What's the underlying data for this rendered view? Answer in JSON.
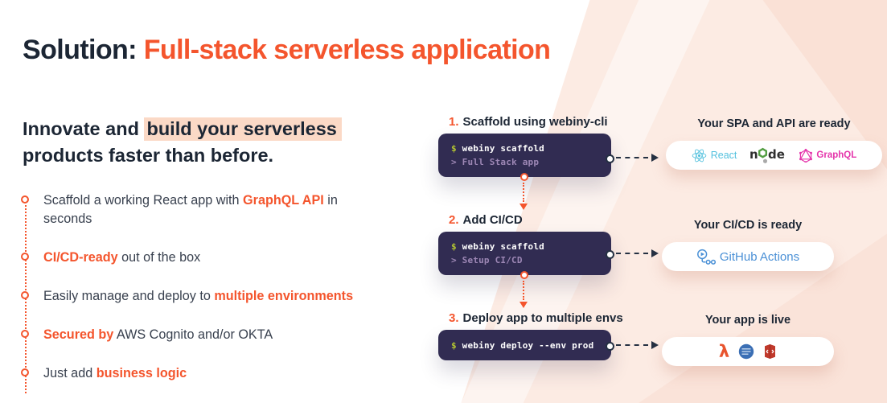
{
  "title": {
    "prefix": "Solution:",
    "accent": "Full-stack serverless application"
  },
  "colors": {
    "accent_orange": "#f4552d",
    "navy_text": "#1c2634",
    "body_text": "#39414f",
    "headline_highlight_bg": "#fbd9c6",
    "peach_background": "#fcebe3",
    "terminal_bg": "#312c52",
    "terminal_prompt": "#b3c432",
    "terminal_command": "#ffffff",
    "terminal_output": "#9d87b5",
    "react_blue": "#53c1de",
    "node_green": "#539e43",
    "graphql_pink": "#e535ab",
    "github_blue": "#4a90d6",
    "aws_lambda_orange": "#e8542e",
    "dynamodb_blue": "#3b6fb5",
    "api_gateway_red": "#c0392b"
  },
  "headline": {
    "part1": "Innovate and ",
    "mark": "build your serverless",
    "part2": "products faster than before."
  },
  "bullets": [
    {
      "pre": "Scaffold a working React app with ",
      "em": "GraphQL API",
      "post": " in seconds"
    },
    {
      "pre": "",
      "em": "CI/CD-ready",
      "post": " out of the box"
    },
    {
      "pre": "Easily manage and deploy to ",
      "em": "multiple environments",
      "post": ""
    },
    {
      "pre": "",
      "em": "Secured by",
      "post": " AWS Cognito and/or OKTA"
    },
    {
      "pre": "Just add ",
      "em": "business logic",
      "post": ""
    }
  ],
  "steps": [
    {
      "num": "1.",
      "label": "Scaffold using webiny-cli",
      "terminal": {
        "prompt": "$",
        "command": "webiny scaffold",
        "output": "> Full Stack app"
      },
      "result": {
        "title": "Your SPA and API are ready",
        "techs": [
          {
            "icon": "react-icon",
            "label": "React"
          },
          {
            "icon": "nodejs-icon",
            "label": "node"
          },
          {
            "icon": "graphql-icon",
            "label": "GraphQL"
          }
        ]
      }
    },
    {
      "num": "2.",
      "label": "Add CI/CD",
      "terminal": {
        "prompt": "$",
        "command": "webiny scaffold",
        "output": "> Setup CI/CD"
      },
      "result": {
        "title": "Your CI/CD is ready",
        "techs": [
          {
            "icon": "github-actions-icon",
            "label": "GitHub Actions"
          }
        ]
      }
    },
    {
      "num": "3.",
      "label": "Deploy app to multiple envs",
      "terminal": {
        "prompt": "$",
        "command": "webiny deploy --env prod",
        "output": ""
      },
      "result": {
        "title": "Your app is live",
        "techs": [
          {
            "icon": "aws-lambda-icon"
          },
          {
            "icon": "dynamodb-icon"
          },
          {
            "icon": "api-gateway-icon"
          }
        ]
      }
    }
  ]
}
